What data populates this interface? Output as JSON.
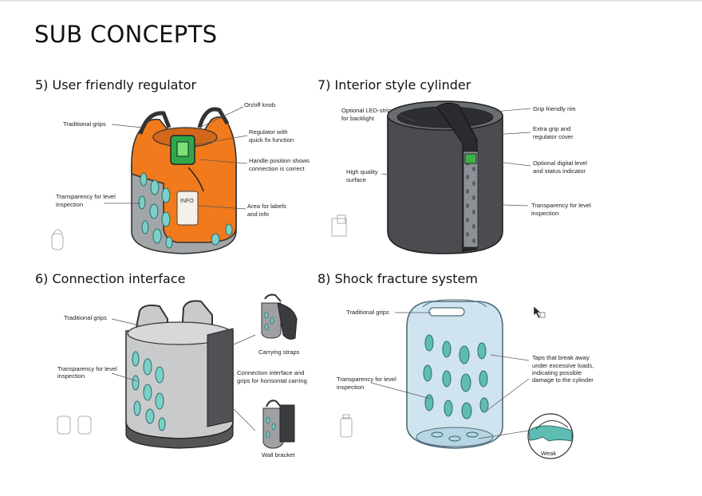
{
  "title": "SUB CONCEPTS",
  "panels": {
    "p5": {
      "heading": "5) User friendly regulator",
      "labels": {
        "onoff": "On/off knob",
        "grips": "Traditional grips",
        "reg1": "Regulator with",
        "reg2": "quick fix function",
        "handle1": "Handle position shows",
        "handle2": "connection is correct",
        "transp1": "Transparency for level",
        "transp2": "inspection",
        "area1": "Area for labels",
        "area2": "and info",
        "info": "INFO"
      }
    },
    "p7": {
      "heading": "7) Interior style cylinder",
      "labels": {
        "led1": "Optional LED-strip",
        "led2": "for backlight",
        "rim": "Grip friendly rim",
        "extra1": "Extra grip and",
        "extra2": "regulator cover",
        "hq1": "High quality",
        "hq2": "surface",
        "digital1": "Optional digital level",
        "digital2": "and status indicator",
        "transp1": "Transparency for level",
        "transp2": "inspection"
      }
    },
    "p6": {
      "heading": "6) Connection interface",
      "labels": {
        "grips": "Traditional grips",
        "transp1": "Transparency for level",
        "transp2": "inspection",
        "straps": "Carrying straps",
        "conn1": "Connection interface and",
        "conn2": "grips for horisontal carring",
        "wall": "Wall bracket"
      }
    },
    "p8": {
      "heading": "8) Shock fracture system",
      "labels": {
        "grips": "Traditional grips",
        "transp1": "Transparency for level",
        "transp2": "inspection",
        "taps1": "Taps that break away",
        "taps2": "under excessive loads,",
        "taps3": "indicating possible",
        "taps4": "damage to the cylinder",
        "weak": "Weak"
      }
    }
  },
  "colors": {
    "orange": "#f07a1c",
    "grey_body": "#9a9ea2",
    "teal": "#7ad0c8",
    "dark_cyl": "#4a4c50",
    "green_reg": "#2fa84a",
    "light_blue": "#cfe4ef"
  }
}
